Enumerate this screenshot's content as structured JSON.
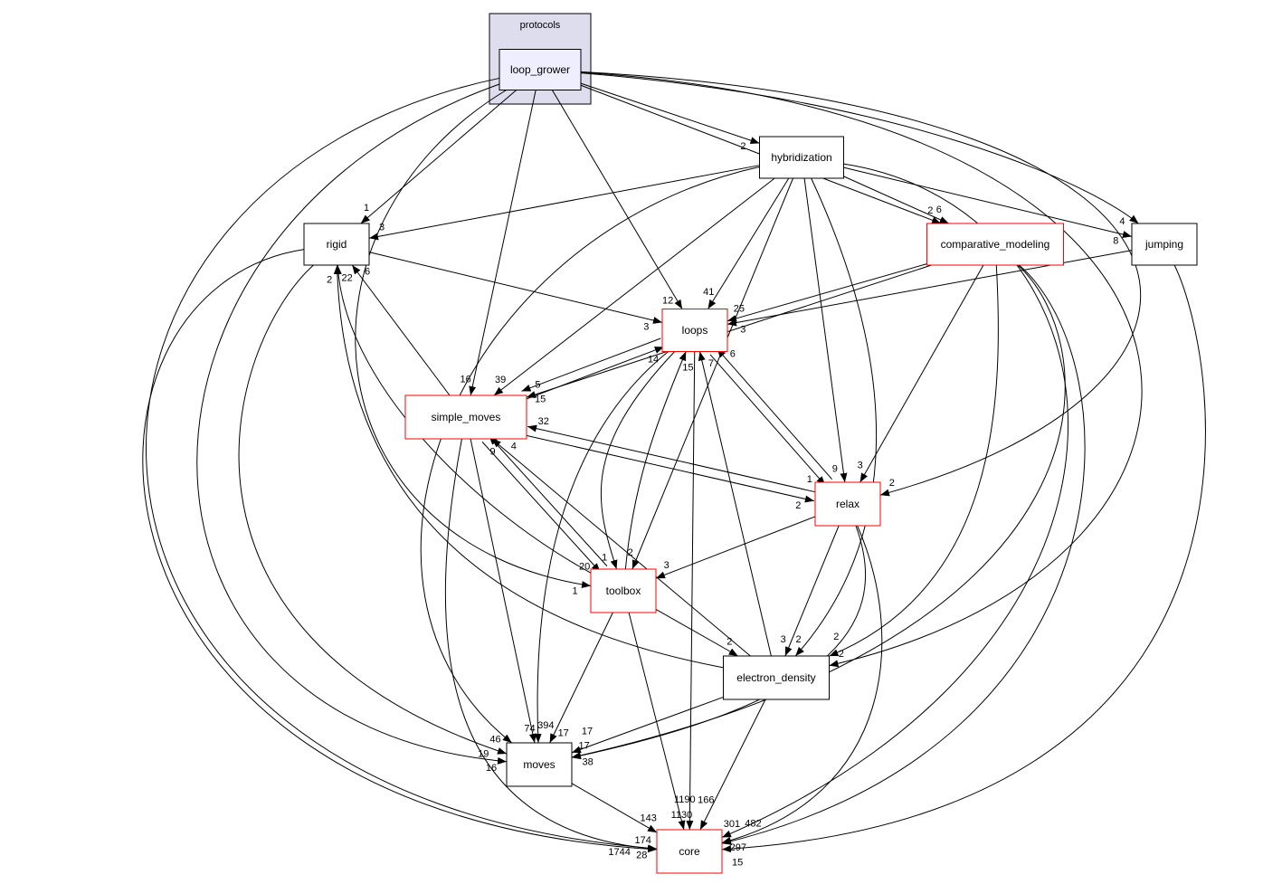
{
  "cluster": {
    "label": "protocols",
    "fill": "#ddddee"
  },
  "nodes": [
    {
      "id": "loop_grower",
      "label": "loop_grower",
      "border": "#000000",
      "fill": "#eeeeff"
    },
    {
      "id": "hybridization",
      "label": "hybridization",
      "border": "#000000",
      "fill": "#ffffff"
    },
    {
      "id": "rigid",
      "label": "rigid",
      "border": "#000000",
      "fill": "#ffffff"
    },
    {
      "id": "comparative_modeling",
      "label": "comparative_modeling",
      "border": "#ff0000",
      "fill": "#ffffff"
    },
    {
      "id": "jumping",
      "label": "jumping",
      "border": "#000000",
      "fill": "#ffffff"
    },
    {
      "id": "loops",
      "label": "loops",
      "border": "#ff0000",
      "fill": "#ffffff"
    },
    {
      "id": "simple_moves",
      "label": "simple_moves",
      "border": "#ff0000",
      "fill": "#ffffff"
    },
    {
      "id": "relax",
      "label": "relax",
      "border": "#ff0000",
      "fill": "#ffffff"
    },
    {
      "id": "toolbox",
      "label": "toolbox",
      "border": "#ff0000",
      "fill": "#ffffff"
    },
    {
      "id": "electron_density",
      "label": "electron_density",
      "border": "#000000",
      "fill": "#ffffff"
    },
    {
      "id": "moves",
      "label": "moves",
      "border": "#000000",
      "fill": "#ffffff"
    },
    {
      "id": "core",
      "label": "core",
      "border": "#ff0000",
      "fill": "#ffffff"
    }
  ],
  "edges": [
    {
      "from": "loop_grower",
      "to": "core",
      "label": "28"
    },
    {
      "from": "loop_grower",
      "to": "moves",
      "label": "16"
    },
    {
      "from": "loop_grower",
      "to": "toolbox",
      "label": "1"
    },
    {
      "from": "loop_grower",
      "to": "rigid",
      "label": "1"
    },
    {
      "from": "loop_grower",
      "to": "simple_moves",
      "label": "16"
    },
    {
      "from": "loop_grower",
      "to": "loops",
      "label": "12"
    },
    {
      "from": "loop_grower",
      "to": "hybridization",
      "label": "2"
    },
    {
      "from": "loop_grower",
      "to": "comparative_modeling",
      "label": "2"
    },
    {
      "from": "loop_grower",
      "to": "jumping",
      "label": "4"
    },
    {
      "from": "loop_grower",
      "to": "relax",
      "label": "2"
    },
    {
      "from": "loop_grower",
      "to": "electron_density",
      "label": "2"
    },
    {
      "from": "hybridization",
      "to": "rigid",
      "label": "3"
    },
    {
      "from": "hybridization",
      "to": "simple_moves",
      "label": "39"
    },
    {
      "from": "hybridization",
      "to": "moves",
      "label": "46"
    },
    {
      "from": "hybridization",
      "to": "loops",
      "label": "41"
    },
    {
      "from": "hybridization",
      "to": "toolbox",
      "label": "2"
    },
    {
      "from": "hybridization",
      "to": "relax",
      "label": "9"
    },
    {
      "from": "hybridization",
      "to": "electron_density",
      "label": "2"
    },
    {
      "from": "hybridization",
      "to": "comparative_modeling",
      "label": "6"
    },
    {
      "from": "hybridization",
      "to": "jumping",
      "label": "8"
    },
    {
      "from": "hybridization",
      "to": "core",
      "label": "301"
    },
    {
      "from": "rigid",
      "to": "loops",
      "label": "3"
    },
    {
      "from": "rigid",
      "to": "core",
      "label": "174"
    },
    {
      "from": "rigid",
      "to": "moves",
      "label": "19"
    },
    {
      "from": "comparative_modeling",
      "to": "loops",
      "label": "25"
    },
    {
      "from": "comparative_modeling",
      "to": "simple_moves",
      "label": "5"
    },
    {
      "from": "comparative_modeling",
      "to": "relax",
      "label": "3"
    },
    {
      "from": "comparative_modeling",
      "to": "electron_density",
      "label": "2"
    },
    {
      "from": "comparative_modeling",
      "to": "moves",
      "label": "17"
    },
    {
      "from": "comparative_modeling",
      "to": "core",
      "label": "297"
    },
    {
      "from": "jumping",
      "to": "loops",
      "label": "3"
    },
    {
      "from": "jumping",
      "to": "core",
      "label": "15"
    },
    {
      "from": "loops",
      "to": "simple_moves",
      "label": "15"
    },
    {
      "from": "loops",
      "to": "moves",
      "label": "74"
    },
    {
      "from": "loops",
      "to": "relax",
      "label": "1"
    },
    {
      "from": "loops",
      "to": "toolbox",
      "label": "1"
    },
    {
      "from": "loops",
      "to": "core",
      "label": "1130"
    },
    {
      "from": "simple_moves",
      "to": "rigid",
      "label": "6"
    },
    {
      "from": "simple_moves",
      "to": "loops",
      "label": "14"
    },
    {
      "from": "simple_moves",
      "to": "relax",
      "label": "2"
    },
    {
      "from": "simple_moves",
      "to": "toolbox",
      "label": "20"
    },
    {
      "from": "simple_moves",
      "to": "moves",
      "label": "394"
    },
    {
      "from": "simple_moves",
      "to": "core",
      "label": "1744"
    },
    {
      "from": "relax",
      "to": "loops",
      "label": "6"
    },
    {
      "from": "relax",
      "to": "simple_moves",
      "label": "32"
    },
    {
      "from": "relax",
      "to": "toolbox",
      "label": "3"
    },
    {
      "from": "relax",
      "to": "electron_density",
      "label": "3"
    },
    {
      "from": "relax",
      "to": "moves",
      "label": "38"
    },
    {
      "from": "relax",
      "to": "core",
      "label": "482"
    },
    {
      "from": "toolbox",
      "to": "rigid",
      "label": "22"
    },
    {
      "from": "toolbox",
      "to": "loops",
      "label": "15"
    },
    {
      "from": "toolbox",
      "to": "simple_moves",
      "label": "9"
    },
    {
      "from": "toolbox",
      "to": "electron_density",
      "label": "2"
    },
    {
      "from": "toolbox",
      "to": "moves",
      "label": "17"
    },
    {
      "from": "toolbox",
      "to": "core",
      "label": "1190"
    },
    {
      "from": "electron_density",
      "to": "rigid",
      "label": "2"
    },
    {
      "from": "electron_density",
      "to": "simple_moves",
      "label": "4"
    },
    {
      "from": "electron_density",
      "to": "loops",
      "label": "7"
    },
    {
      "from": "electron_density",
      "to": "moves",
      "label": "17"
    },
    {
      "from": "electron_density",
      "to": "core",
      "label": "166"
    },
    {
      "from": "moves",
      "to": "core",
      "label": "143"
    }
  ]
}
